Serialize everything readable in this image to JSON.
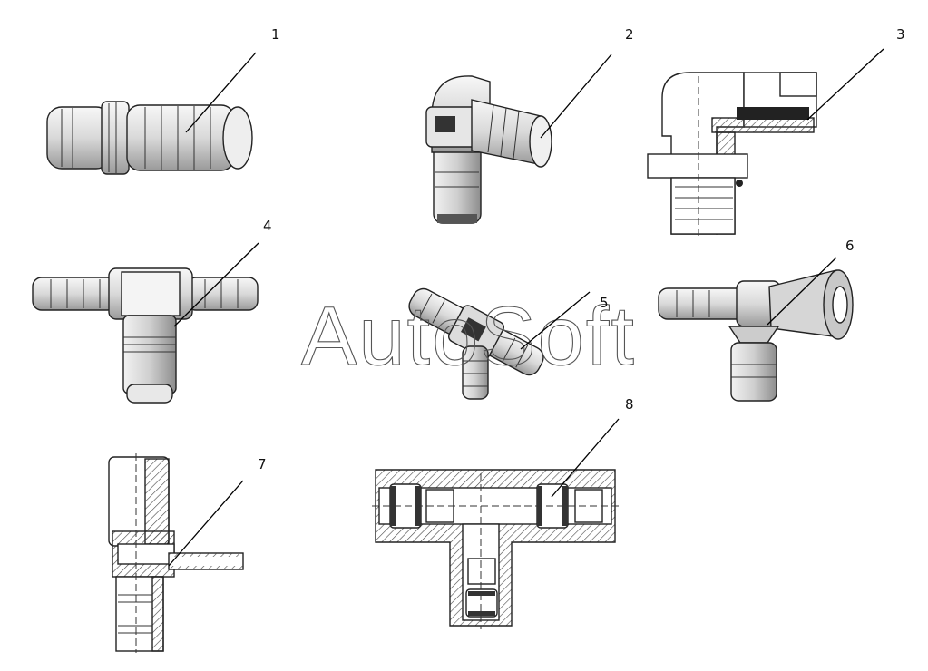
{
  "watermark": "AutoSoft",
  "callouts": [
    "1",
    "2",
    "3",
    "4",
    "5",
    "6",
    "7",
    "8"
  ]
}
